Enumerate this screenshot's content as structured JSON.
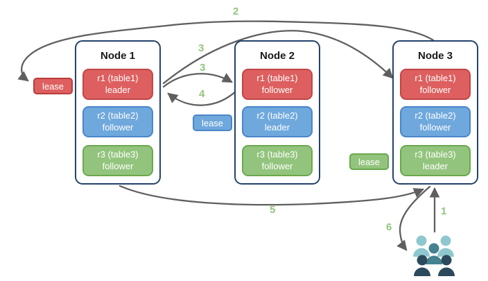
{
  "nodes": [
    {
      "title": "Node 1",
      "ranges": [
        {
          "label": "r1 (table1)",
          "role": "leader",
          "color_name": "red"
        },
        {
          "label": "r2 (table2)",
          "role": "follower",
          "color_name": "blue"
        },
        {
          "label": "r3 (table3)",
          "role": "follower",
          "color_name": "green"
        }
      ]
    },
    {
      "title": "Node 2",
      "ranges": [
        {
          "label": "r1 (table1)",
          "role": "follower",
          "color_name": "red"
        },
        {
          "label": "r2 (table2)",
          "role": "leader",
          "color_name": "blue"
        },
        {
          "label": "r3 (table3)",
          "role": "follower",
          "color_name": "green"
        }
      ]
    },
    {
      "title": "Node 3",
      "ranges": [
        {
          "label": "r1 (table1)",
          "role": "follower",
          "color_name": "red"
        },
        {
          "label": "r2 (table2)",
          "role": "follower",
          "color_name": "blue"
        },
        {
          "label": "r3 (table3)",
          "role": "leader",
          "color_name": "green"
        }
      ]
    }
  ],
  "leases": {
    "r1": {
      "label": "lease",
      "color": "#dd5f5f"
    },
    "r2": {
      "label": "lease",
      "color": "#6fa8dc"
    },
    "r3": {
      "label": "lease",
      "color": "#93c47d"
    }
  },
  "steps": {
    "s1": "1",
    "s2": "2",
    "s3a": "3",
    "s3b": "3",
    "s4": "4",
    "s5": "5",
    "s6": "6"
  },
  "icons": {
    "clients": "users-group-icon"
  },
  "colors": {
    "range_red_fill": "#dd5f5f",
    "range_red_border": "#c04747",
    "range_blue_fill": "#6fa8dc",
    "range_blue_border": "#4a86c8",
    "range_green_fill": "#93c47d",
    "range_green_border": "#6aa84f",
    "node_border": "#24426a",
    "arrow": "#5f5f5f",
    "step_label": "#93c47d",
    "client_light": "#8fc7ce",
    "client_mid": "#45818e",
    "client_dark": "#2c4a5c"
  }
}
